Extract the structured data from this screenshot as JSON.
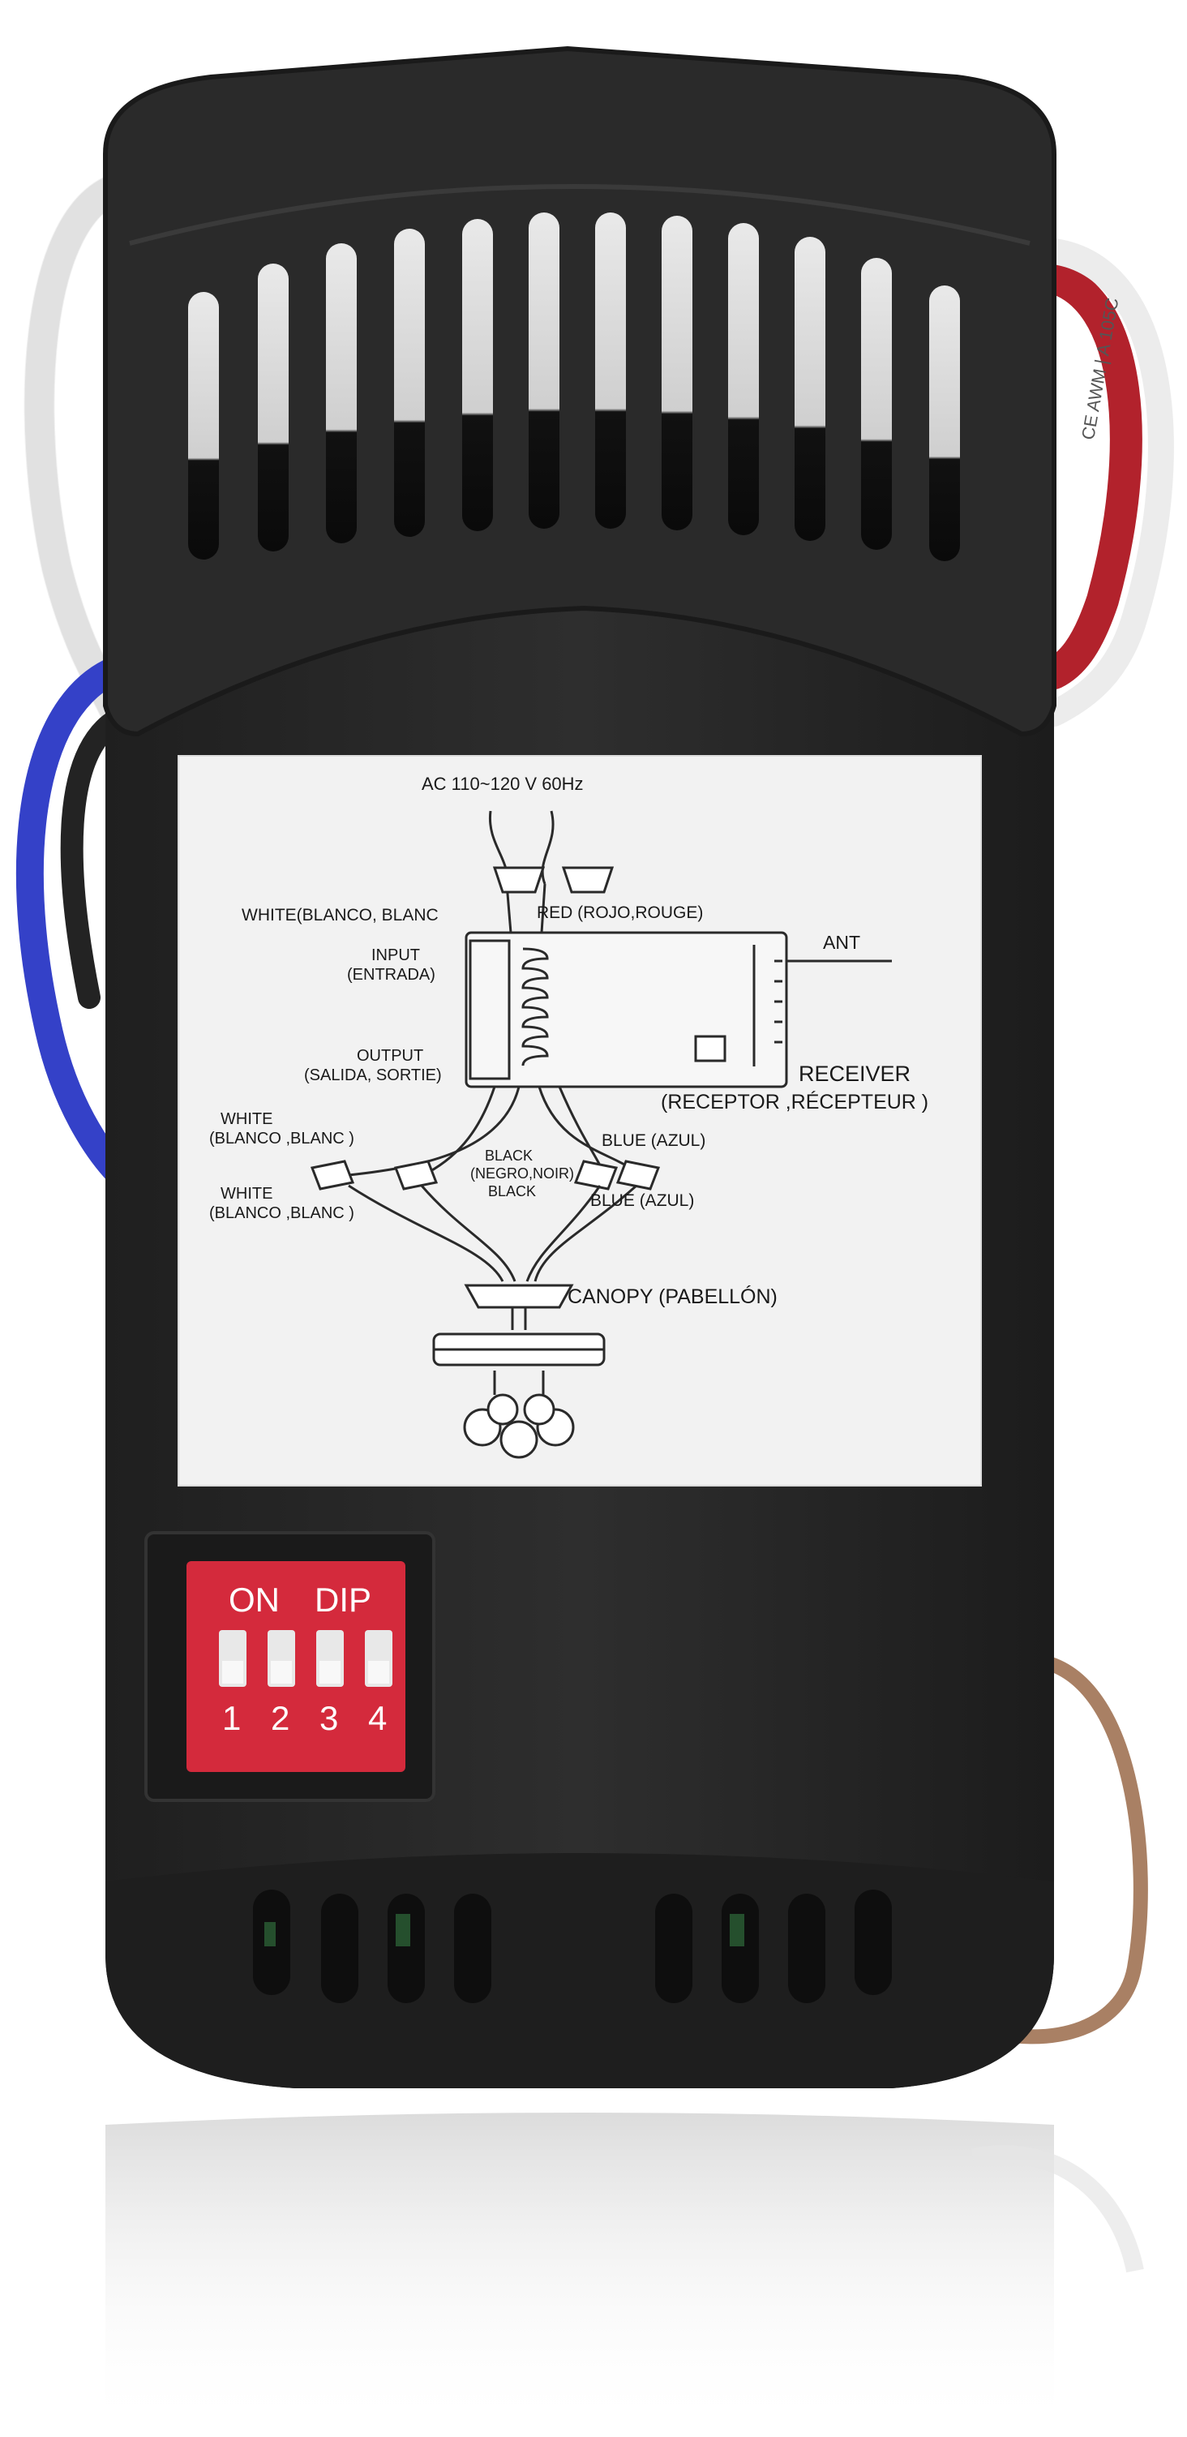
{
  "product": {
    "description_colors": {
      "housing": "#2b2b2b",
      "label_panel": "#f2f2f2",
      "dip_panel": "#d42a3c",
      "wire_white": "#f0f0f0",
      "wire_red": "#b5202a",
      "wire_blue": "#3440c4",
      "wire_black": "#2a2a2a",
      "wire_brown": "#a98064"
    },
    "wire_print": "CE AWM | A 105C"
  },
  "diagram": {
    "supply": "AC 110~120 V 60Hz",
    "white_top": "WHITE(BLANCO, BLANC",
    "red": "RED (ROJO,ROUGE)",
    "ant": "ANT",
    "input": "INPUT",
    "input_es": "(ENTRADA)",
    "output": "OUTPUT",
    "output_es": "(SALIDA, SORTIE)",
    "receiver": "RECEIVER",
    "receiver_es": "(RECEPTOR ,RÉCEPTEUR )",
    "white1": "WHITE",
    "white1_es": "(BLANCO ,BLANC )",
    "white2": "WHITE",
    "white2_es": "(BLANCO ,BLANC )",
    "black": "BLACK",
    "black_es": "(NEGRO,NOIR)",
    "black2": "BLACK",
    "blue1": "BLUE (AZUL)",
    "blue2": "BLUE (AZUL)",
    "canopy": "CANOPY (PABELLÓN)"
  },
  "dip_switch": {
    "on_label": "ON",
    "dip_label": "DIP",
    "positions": [
      "1",
      "2",
      "3",
      "4"
    ]
  }
}
